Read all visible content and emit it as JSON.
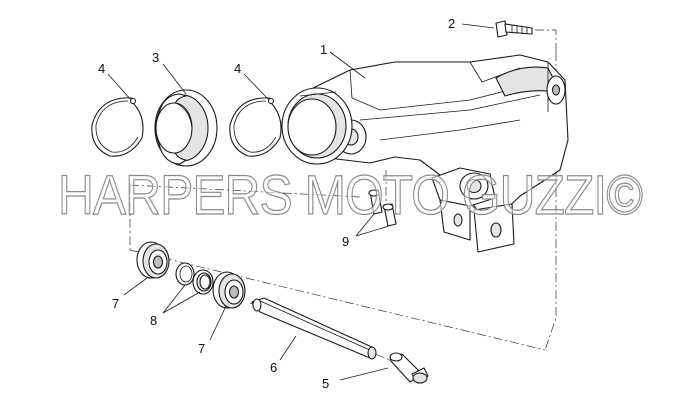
{
  "watermark": "HARPERS MOTO GUZZI©",
  "callouts": {
    "c1": "1",
    "c2": "2",
    "c3": "3",
    "c4a": "4",
    "c4b": "4",
    "c5": "5",
    "c6": "6",
    "c7a": "7",
    "c7b": "7",
    "c8": "8",
    "c9": "9"
  },
  "colors": {
    "line": "#1a1a1a",
    "background": "#ffffff",
    "watermark_stroke": "#8a8a8a"
  }
}
